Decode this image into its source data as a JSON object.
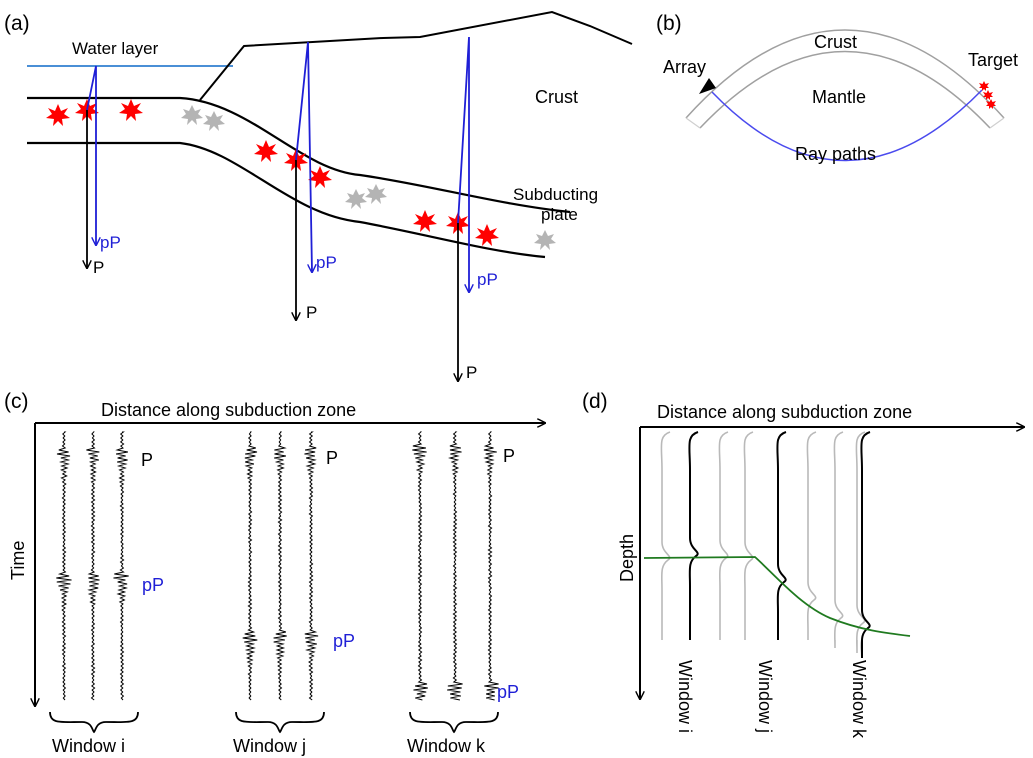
{
  "colors": {
    "ink": "#000000",
    "ray": "#1f1fd6",
    "water": "#4a8fd6",
    "quake": "#ff0000",
    "quake_gray": "#b4b4b4",
    "wave_gray": "#b9b9b9",
    "depth_curve": "#1f7a1f",
    "shell": "#a0a0a0"
  },
  "panel_a": {
    "label": "(a)",
    "water_layer": "Water layer",
    "crust": "Crust",
    "subducting_line1": "Subducting",
    "subducting_line2": "plate",
    "rays": [
      {
        "p": "P",
        "pp": "pP"
      },
      {
        "p": "P",
        "pp": "pP"
      },
      {
        "p": "P",
        "pp": "pP"
      }
    ]
  },
  "panel_b": {
    "label": "(b)",
    "crust": "Crust",
    "mantle": "Mantle",
    "array": "Array",
    "target": "Target",
    "ray_paths": "Ray paths"
  },
  "panel_c": {
    "label": "(c)",
    "x_axis": "Distance along subduction zone",
    "y_axis": "Time",
    "windows": [
      {
        "label": "Window i",
        "p": "P",
        "pp": "pP"
      },
      {
        "label": "Window j",
        "p": "P",
        "pp": "pP"
      },
      {
        "label": "Window k",
        "p": "P",
        "pp": "pP"
      }
    ]
  },
  "panel_d": {
    "label": "(d)",
    "x_axis": "Distance along subduction zone",
    "y_axis": "Depth",
    "windows": [
      "Window i",
      "Window j",
      "Window k"
    ]
  }
}
